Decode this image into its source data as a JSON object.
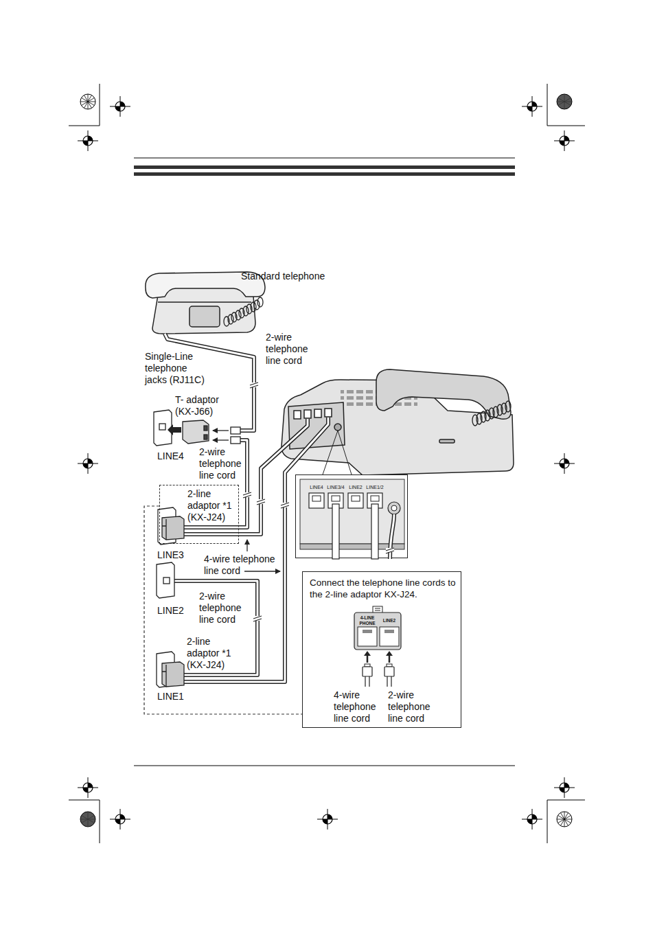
{
  "diagram": {
    "nodes": [
      {
        "text": [
          "LINE4",
          "LINE3/4",
          "LINE2",
          "LINE1/2"
        ]
      },
      {
        "text": [
          "2-line adaptor *1 (KX-J24)"
        ]
      },
      {
        "text": [
          "Connect the telephone line cords to the 2-line adaptor KX-J24.",
          "4-wire telephone line cord",
          "2-wire telephone line cord"
        ]
      },
      {
        "text": [
          "4-LINE PHONE",
          "LINE2"
        ],
        "in": 2
      }
    ],
    "edges": [
      {
        "from": 1,
        "to": 2,
        "arrow": "none"
      }
    ],
    "labels": [
      "Standard telephone",
      "2-wire telephone line cord",
      "Single-Line telephone jacks (RJ11C)",
      "T- adaptor (KX-J66)",
      "LINE4",
      "2-wire telephone line cord",
      "LINE3",
      "4-wire telephone line cord",
      "LINE2",
      "2-wire telephone line cord",
      "2-line adaptor *1 (KX-J24)",
      "LINE1"
    ]
  }
}
